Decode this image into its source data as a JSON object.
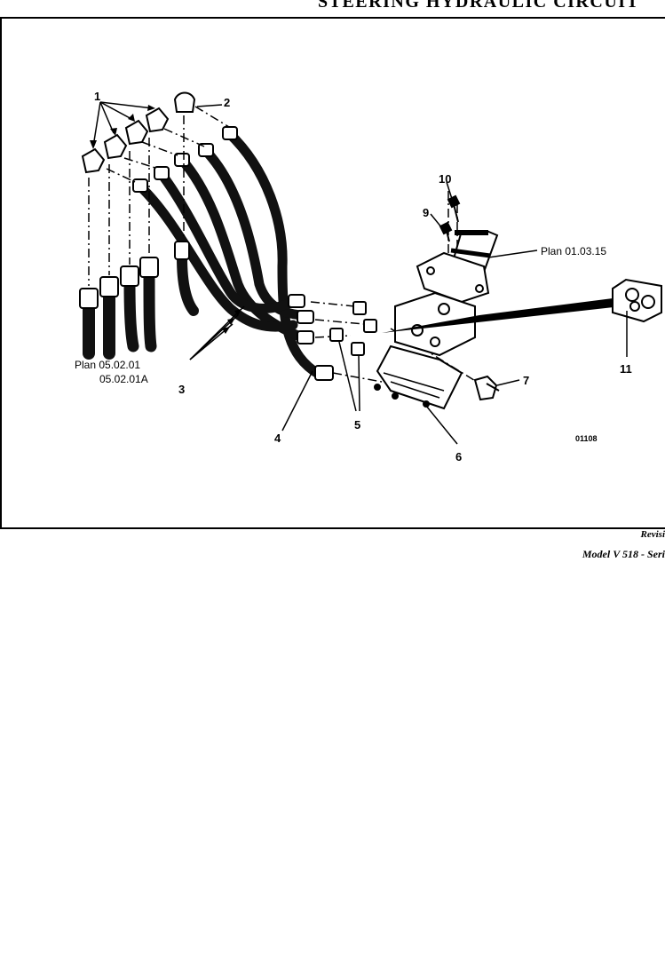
{
  "header": {
    "title": "STEERING HYDRAULIC CIRCUIT"
  },
  "diagram": {
    "figure_number": "01108",
    "callouts": {
      "c1": "1",
      "c2": "2",
      "c3": "3",
      "c4": "4",
      "c5": "5",
      "c6": "6",
      "c7": "7",
      "c9": "9",
      "c10": "10",
      "c11": "11"
    },
    "plan_refs": {
      "left_line1": "Plan 05.02.01",
      "left_line2": "05.02.01A",
      "right": "Plan 01.03.15"
    }
  },
  "footer": {
    "revision": "Revisi",
    "model": "Model V 518 - Seri"
  }
}
